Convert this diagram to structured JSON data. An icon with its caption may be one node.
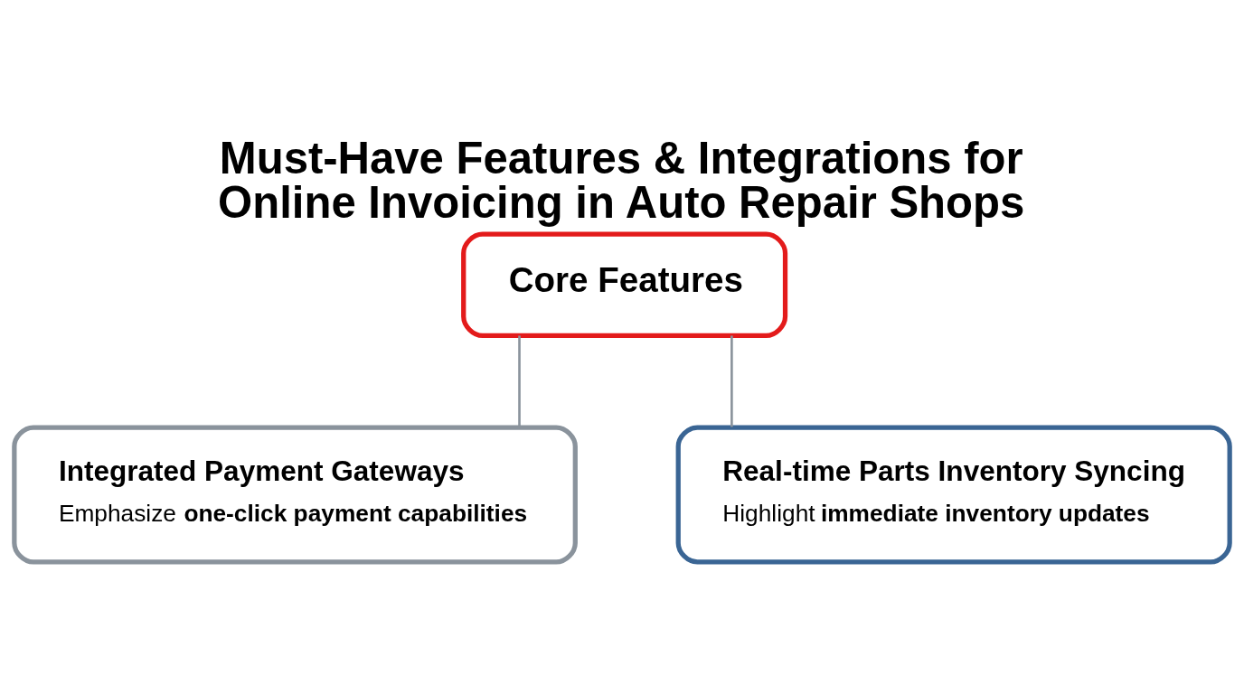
{
  "diagram": {
    "title": "Must-Have Features & Integrations for Online Invoicing in Auto Repair Shops",
    "nodes": [
      {
        "text": [
          "Core Features"
        ]
      },
      {
        "text": [
          "Integrated Payment Gateways",
          "Emphasize **one-click payment capabilities**"
        ]
      },
      {
        "text": [
          "Real-time Parts Inventory Syncing",
          "Highlight **immediate inventory updates**"
        ]
      }
    ],
    "edges": [
      {
        "from": 0,
        "to": 1,
        "arrow": "none"
      },
      {
        "from": 0,
        "to": 2,
        "arrow": "none"
      }
    ]
  }
}
